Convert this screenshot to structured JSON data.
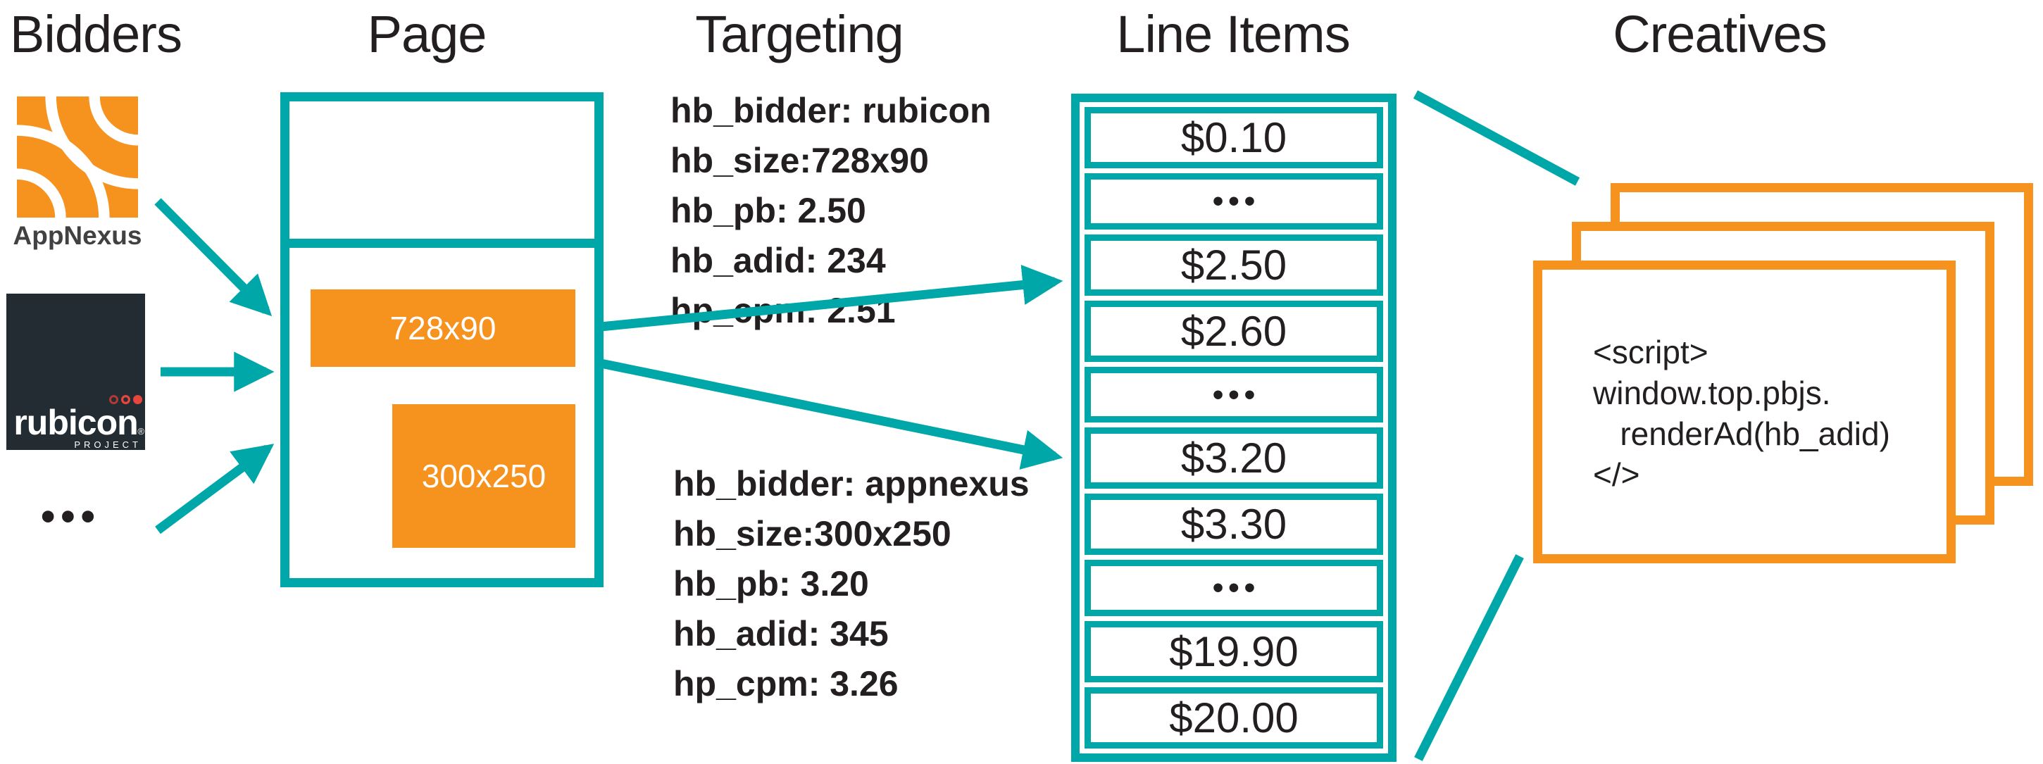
{
  "headers": {
    "bidders": "Bidders",
    "page": "Page",
    "targeting": "Targeting",
    "line_items": "Line Items",
    "creatives": "Creatives"
  },
  "bidders": {
    "appnexus_label": "AppNexus",
    "rubicon": {
      "word": "rubicon",
      "registered": "®",
      "subtitle": "PROJECT"
    },
    "more_bidders": "•••"
  },
  "page": {
    "banner_slot": "728x90",
    "rect_slot": "300x250"
  },
  "targeting": {
    "rubicon_kv": "hb_bidder: rubicon\nhb_size:728x90\nhb_pb: 2.50\nhb_adid: 234\nhp_cpm: 2.51",
    "appnexus_kv": "hb_bidder: appnexus\nhb_size:300x250\nhb_pb: 3.20\nhb_adid: 345\nhp_cpm: 3.26"
  },
  "line_items": {
    "rows": [
      "$0.10",
      "•••",
      "$2.50",
      "$2.60",
      "•••",
      "$3.20",
      "$3.30",
      "•••",
      "$19.90",
      "$20.00"
    ]
  },
  "creatives": {
    "script_code": "<script>\nwindow.top.pbjs.\n   renderAd(hb_adid)\n</>"
  },
  "colors": {
    "teal": "#00a7a8",
    "orange": "#f6921e",
    "ink": "#231f20",
    "rubicon_dark": "#232b33",
    "logo_red": "#e8453c",
    "appnexus_gray": "#414042"
  }
}
